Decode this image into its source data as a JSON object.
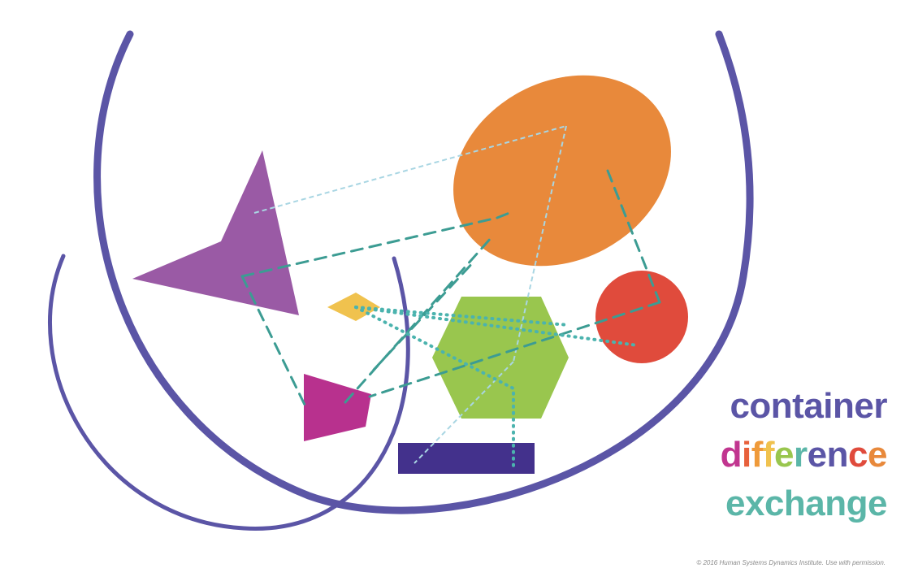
{
  "legend": {
    "container": "container",
    "difference": "difference",
    "exchange": "exchange"
  },
  "copyright": "© 2016 Human Systems Dynamics Institute. Use with permission.",
  "colors": {
    "container": "#5b55a6",
    "exchange_dashed": "#3c9c93",
    "exchange_dotted": "#4bb3ae",
    "exchange_thin": "#a9d6e3",
    "triangle": "#9a5aa5",
    "ellipse": "#e8893b",
    "hexagon": "#99c64e",
    "circle": "#e04b3c",
    "diamond": "#f0c24e",
    "trapezoid": "#b8318e",
    "rectangle": "#43318c",
    "difference_letters": [
      "#c1358f",
      "#e7603b",
      "#ef9a3a",
      "#f0c24e",
      "#99c64e",
      "#5bb6a8",
      "#5b55a6",
      "#5b55a6",
      "#e04b3c",
      "#e8893b"
    ]
  }
}
